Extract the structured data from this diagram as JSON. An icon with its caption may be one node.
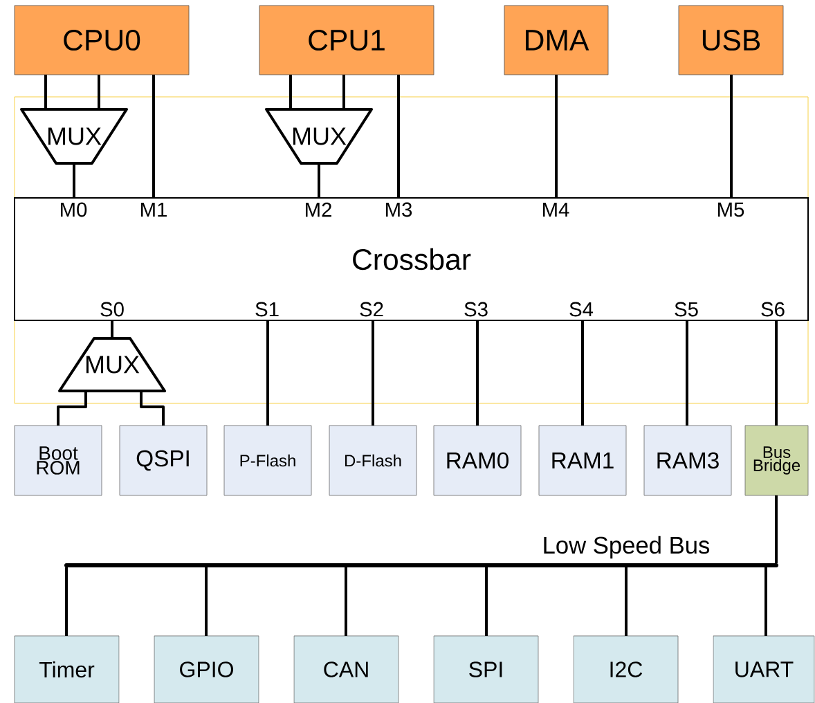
{
  "diagram": {
    "nodes": [
      {
        "text": [
          "CPU0"
        ]
      },
      {
        "text": [
          "CPU1"
        ]
      },
      {
        "text": [
          "DMA"
        ]
      },
      {
        "text": [
          "USB"
        ]
      },
      {
        "text": [
          "MUX"
        ]
      },
      {
        "text": [
          "MUX"
        ]
      },
      {
        "text": [
          "Crossbar"
        ]
      },
      {
        "text": [
          "MUX"
        ]
      },
      {
        "text": [
          "Boot ROM"
        ]
      },
      {
        "text": [
          "QSPI"
        ]
      },
      {
        "text": [
          "P-Flash"
        ]
      },
      {
        "text": [
          "D-Flash"
        ]
      },
      {
        "text": [
          "RAM0"
        ]
      },
      {
        "text": [
          "RAM1"
        ]
      },
      {
        "text": [
          "RAM3"
        ]
      },
      {
        "text": [
          "Bus Bridge"
        ]
      },
      {
        "text": [],
        "shape": "bar",
        "beside": [
          "Low Speed Bus"
        ]
      },
      {
        "text": [
          "Timer"
        ]
      },
      {
        "text": [
          "GPIO"
        ]
      },
      {
        "text": [
          "CAN"
        ]
      },
      {
        "text": [
          "SPI"
        ]
      },
      {
        "text": [
          "I2C"
        ]
      },
      {
        "text": [
          "UART"
        ]
      }
    ],
    "edges": [
      {
        "from": 0,
        "to": 4,
        "arrow": "none"
      },
      {
        "from": 0,
        "to": 4,
        "arrow": "none"
      },
      {
        "from": 4,
        "to": 6,
        "arrow": "none"
      },
      {
        "from": 0,
        "to": 6,
        "arrow": "none"
      },
      {
        "from": 1,
        "to": 5,
        "arrow": "none"
      },
      {
        "from": 1,
        "to": 5,
        "arrow": "none"
      },
      {
        "from": 5,
        "to": 6,
        "arrow": "none"
      },
      {
        "from": 1,
        "to": 6,
        "arrow": "none"
      },
      {
        "from": 2,
        "to": 6,
        "arrow": "none"
      },
      {
        "from": 3,
        "to": 6,
        "arrow": "none"
      },
      {
        "from": 6,
        "to": 7,
        "arrow": "none"
      },
      {
        "from": 7,
        "to": 8,
        "arrow": "none"
      },
      {
        "from": 7,
        "to": 9,
        "arrow": "none"
      },
      {
        "from": 6,
        "to": 10,
        "arrow": "none"
      },
      {
        "from": 6,
        "to": 11,
        "arrow": "none"
      },
      {
        "from": 6,
        "to": 12,
        "arrow": "none"
      },
      {
        "from": 6,
        "to": 13,
        "arrow": "none"
      },
      {
        "from": 6,
        "to": 14,
        "arrow": "none"
      },
      {
        "from": 6,
        "to": 15,
        "arrow": "none"
      },
      {
        "from": 15,
        "to": 16,
        "arrow": "none"
      },
      {
        "from": 16,
        "to": 17,
        "arrow": "none"
      },
      {
        "from": 16,
        "to": 18,
        "arrow": "none"
      },
      {
        "from": 16,
        "to": 19,
        "arrow": "none"
      },
      {
        "from": 16,
        "to": 20,
        "arrow": "none"
      },
      {
        "from": 16,
        "to": 21,
        "arrow": "none"
      },
      {
        "from": 16,
        "to": 22,
        "arrow": "none"
      }
    ],
    "labels": [
      "M0",
      "M1",
      "M2",
      "M3",
      "M4",
      "M5",
      "S0",
      "S1",
      "S2",
      "S3",
      "S4",
      "S5",
      "S6"
    ]
  }
}
